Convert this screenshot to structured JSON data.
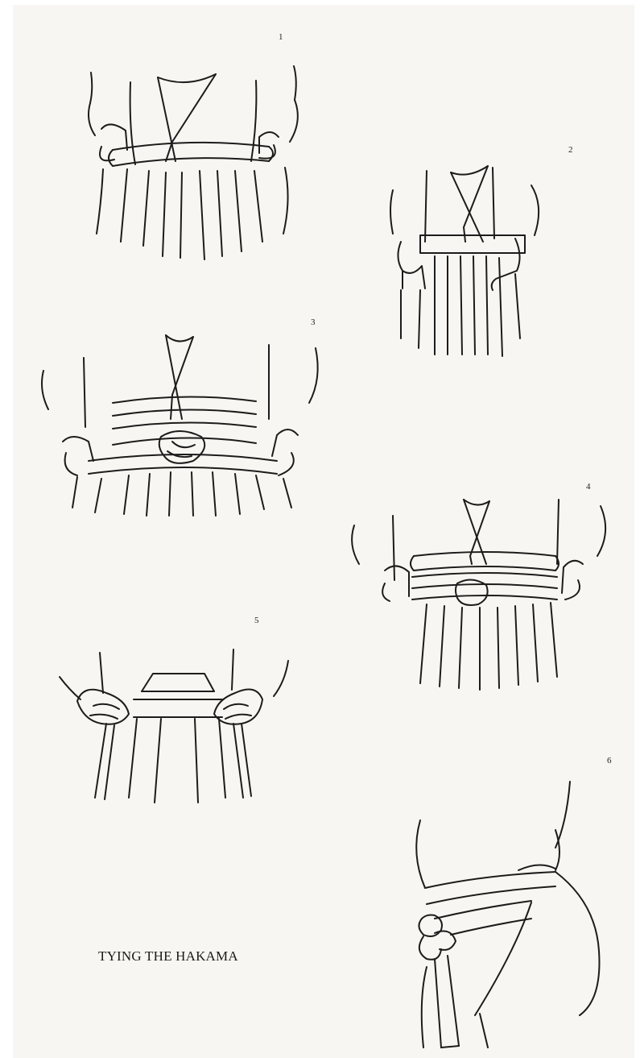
{
  "caption": "TYING THE HAKAMA",
  "steps": [
    {
      "number": "1"
    },
    {
      "number": "2"
    },
    {
      "number": "3"
    },
    {
      "number": "4"
    },
    {
      "number": "5"
    },
    {
      "number": "6"
    }
  ]
}
